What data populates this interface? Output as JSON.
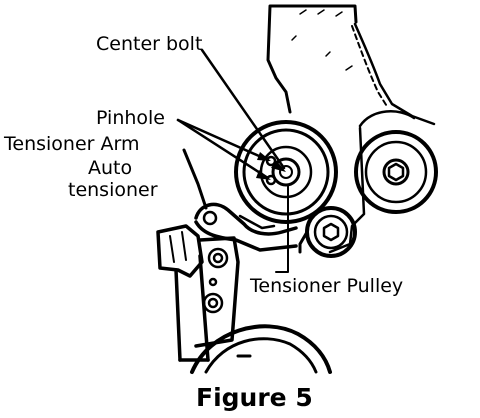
{
  "labels": {
    "center_bolt": "Center bolt",
    "pinhole": "Pinhole",
    "tensioner_arm": "Tensioner Arm",
    "auto_tensioner_line1": "Auto",
    "auto_tensioner_line2": "tensioner",
    "tensioner_pulley": "Tensioner Pulley"
  },
  "caption": "Figure 5",
  "colors": {
    "ink": "#000000",
    "paper": "#ffffff"
  }
}
